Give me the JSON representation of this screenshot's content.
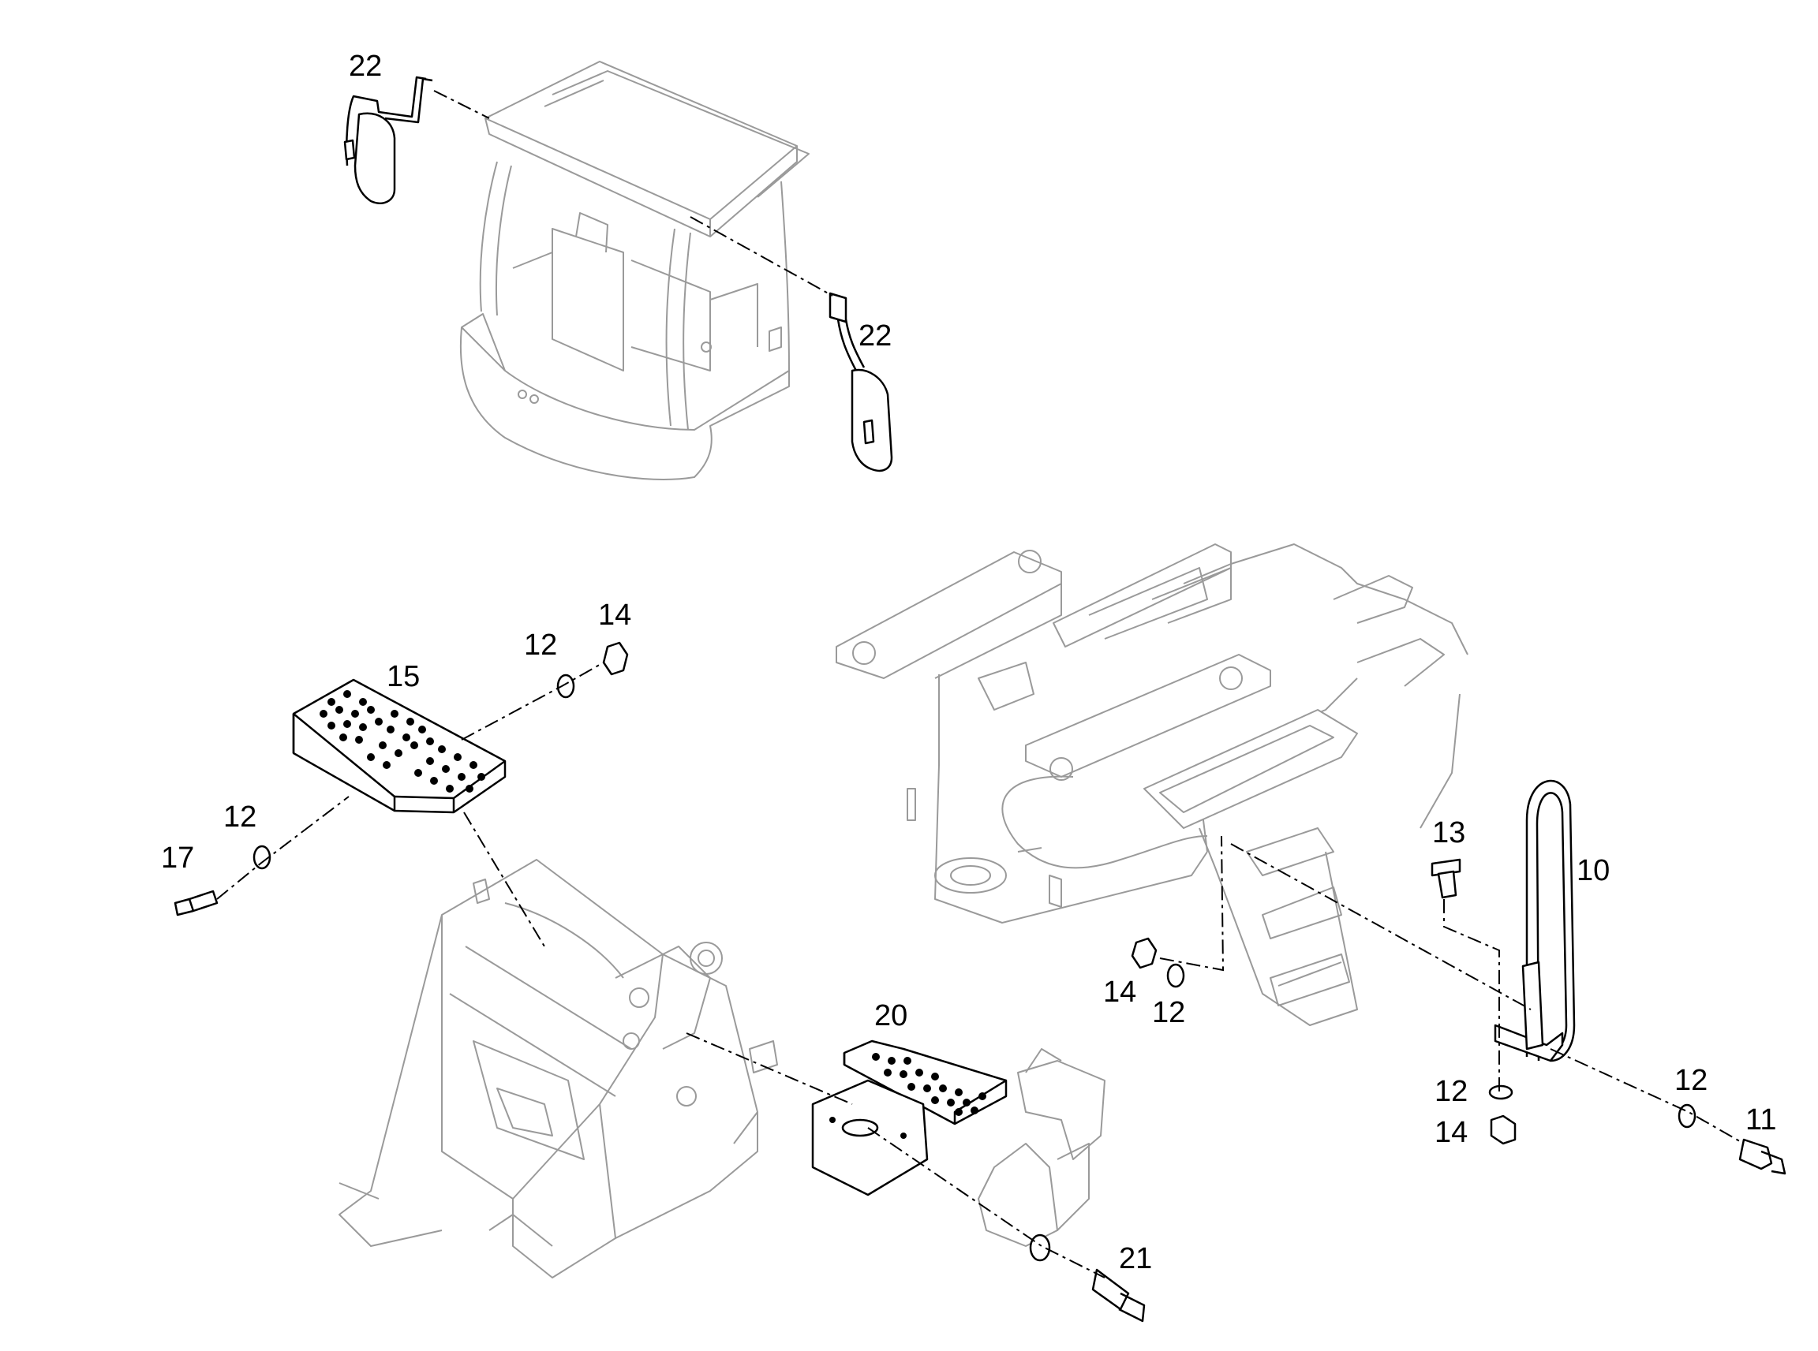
{
  "callouts": [
    {
      "id": "c22a",
      "label": "22"
    },
    {
      "id": "c22b",
      "label": "22"
    },
    {
      "id": "c14a",
      "label": "14"
    },
    {
      "id": "c12a",
      "label": "12"
    },
    {
      "id": "c15",
      "label": "15"
    },
    {
      "id": "c12b",
      "label": "12"
    },
    {
      "id": "c17",
      "label": "17"
    },
    {
      "id": "c13",
      "label": "13"
    },
    {
      "id": "c10",
      "label": "10"
    },
    {
      "id": "c14b",
      "label": "14"
    },
    {
      "id": "c12c",
      "label": "12"
    },
    {
      "id": "c20",
      "label": "20"
    },
    {
      "id": "c12d",
      "label": "12"
    },
    {
      "id": "c12e",
      "label": "12"
    },
    {
      "id": "c14c",
      "label": "14"
    },
    {
      "id": "c11",
      "label": "11"
    },
    {
      "id": "c21",
      "label": "21"
    }
  ],
  "colors": {
    "linework": "#000000",
    "context_parts": "#9a9a9a",
    "background": "#ffffff"
  }
}
